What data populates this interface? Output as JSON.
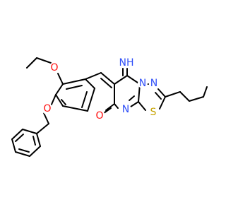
{
  "colors": {
    "bond": "#000000",
    "O": "#FF0D0D",
    "N": "#3050F8",
    "S": "#C6A200",
    "background": "#FFFFFF"
  },
  "atoms": {
    "o_ether_ethoxy": "O",
    "o_ether_benzyloxy": "O",
    "o_carbonyl": "O",
    "n_imine": "NH",
    "n_ring": "N",
    "n_bridge": "N",
    "n_pyrimidine": "N",
    "s_thiadiazole": "S"
  }
}
